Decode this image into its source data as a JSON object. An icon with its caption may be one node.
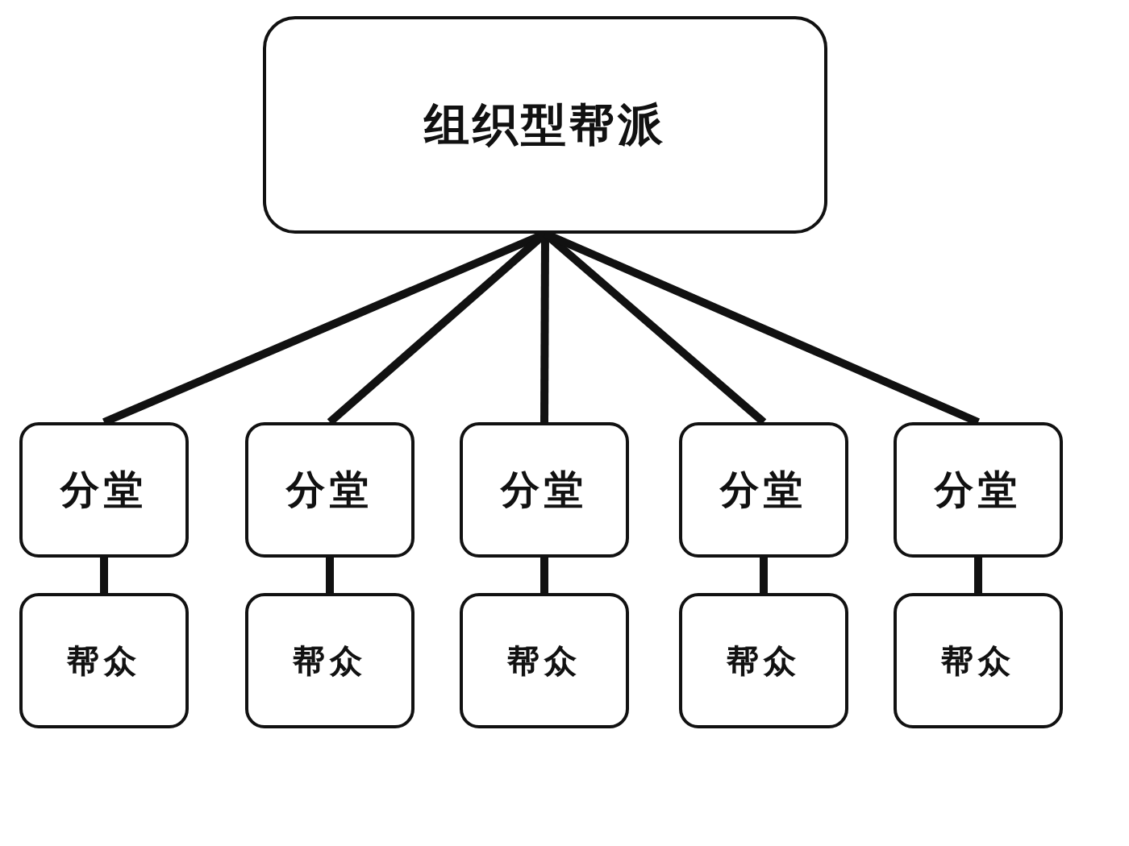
{
  "diagram": {
    "nodes": [
      {
        "text": [
          "组织型帮派"
        ]
      },
      {
        "text": [
          "分堂"
        ]
      },
      {
        "text": [
          "分堂"
        ]
      },
      {
        "text": [
          "分堂"
        ]
      },
      {
        "text": [
          "分堂"
        ]
      },
      {
        "text": [
          "分堂"
        ]
      },
      {
        "text": [
          "帮众"
        ]
      },
      {
        "text": [
          "帮众"
        ]
      },
      {
        "text": [
          "帮众"
        ]
      },
      {
        "text": [
          "帮众"
        ]
      },
      {
        "text": [
          "帮众"
        ]
      }
    ],
    "edges": [
      {
        "from": 0,
        "to": 1,
        "arrow": "none"
      },
      {
        "from": 0,
        "to": 2,
        "arrow": "none"
      },
      {
        "from": 0,
        "to": 3,
        "arrow": "none"
      },
      {
        "from": 0,
        "to": 4,
        "arrow": "none"
      },
      {
        "from": 0,
        "to": 5,
        "arrow": "none"
      },
      {
        "from": 1,
        "to": 6,
        "arrow": "none"
      },
      {
        "from": 2,
        "to": 7,
        "arrow": "none"
      },
      {
        "from": 3,
        "to": 8,
        "arrow": "none"
      },
      {
        "from": 4,
        "to": 9,
        "arrow": "none"
      },
      {
        "from": 5,
        "to": 10,
        "arrow": "none"
      }
    ]
  }
}
